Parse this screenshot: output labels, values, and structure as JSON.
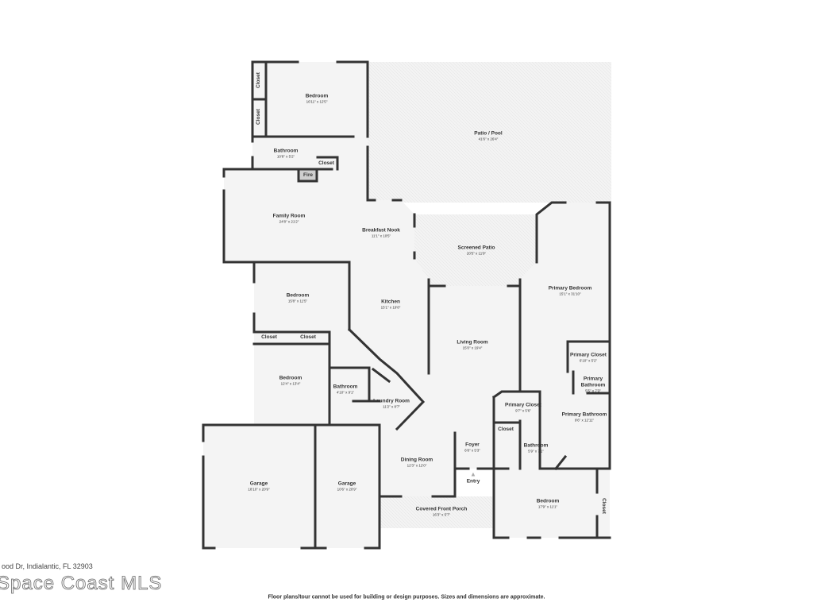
{
  "rooms": [
    {
      "name": "Bedroom",
      "dim": "16'11\" x 12'5\""
    },
    {
      "name": "Closet"
    },
    {
      "name": "Closet"
    },
    {
      "name": "Bathroom",
      "dim": "10'8\" x 5'2\""
    },
    {
      "name": "Closet"
    },
    {
      "name": "Fire"
    },
    {
      "name": "Patio / Pool",
      "dim": "41'6\" x 26'4\""
    },
    {
      "name": "Family Room",
      "dim": "24'8\" x 21'2\""
    },
    {
      "name": "Breakfast Nook",
      "dim": "11'1\" x 10'5\""
    },
    {
      "name": "Screened Patio",
      "dim": "20'5\" x 11'9\""
    },
    {
      "name": "Primary Bedroom",
      "dim": "15'1\" x 31'10\""
    },
    {
      "name": "Bedroom",
      "dim": "15'8\" x 11'5\""
    },
    {
      "name": "Kitchen",
      "dim": "15'1\" x 19'8\""
    },
    {
      "name": "Living Room",
      "dim": "15'0\" x 19'4\""
    },
    {
      "name": "Closet"
    },
    {
      "name": "Closet"
    },
    {
      "name": "Primary Closet",
      "dim": "6'10\" x 5'2\""
    },
    {
      "name": "Bedroom",
      "dim": "12'4\" x 13'4\""
    },
    {
      "name": "Primary Bathroom",
      "dim": "5'5\" x 7'3\""
    },
    {
      "name": "Bathroom",
      "dim": "4'10\" x 9'1\""
    },
    {
      "name": "Laundry Room",
      "dim": "11'2\" x 8'7\""
    },
    {
      "name": "Primary Closet",
      "dim": "9'7\" x 5'6\""
    },
    {
      "name": "Primary Bathroom",
      "dim": "9'6\" x 12'11\""
    },
    {
      "name": "Closet"
    },
    {
      "name": "Foyer",
      "dim": "6'8\" x 5'3\""
    },
    {
      "name": "Bathroom",
      "dim": "5'9\" x 7'1\""
    },
    {
      "name": "Entry"
    },
    {
      "name": "Dining Room",
      "dim": "12'3\" x 12'0\""
    },
    {
      "name": "Garage",
      "dim": "18'10\" x 20'9\""
    },
    {
      "name": "Garage",
      "dim": "10'6\" x 20'9\""
    },
    {
      "name": "Covered Front Porch",
      "dim": "16'3\" x 5'7\""
    },
    {
      "name": "Bedroom",
      "dim": "17'9\" x 11'1\""
    },
    {
      "name": "Closet"
    }
  ],
  "watermark": {
    "logo_text": "Space Coast MLS",
    "overlay_text": "ood Dr, Indialantic, FL 32903"
  },
  "footer": "Floor plans/tour cannot be used for building or design purposes. Sizes and dimensions are approximate.",
  "colors": {
    "wall": "#333333",
    "floor": "#f4f4f4",
    "patio": "#f0f0f0"
  }
}
